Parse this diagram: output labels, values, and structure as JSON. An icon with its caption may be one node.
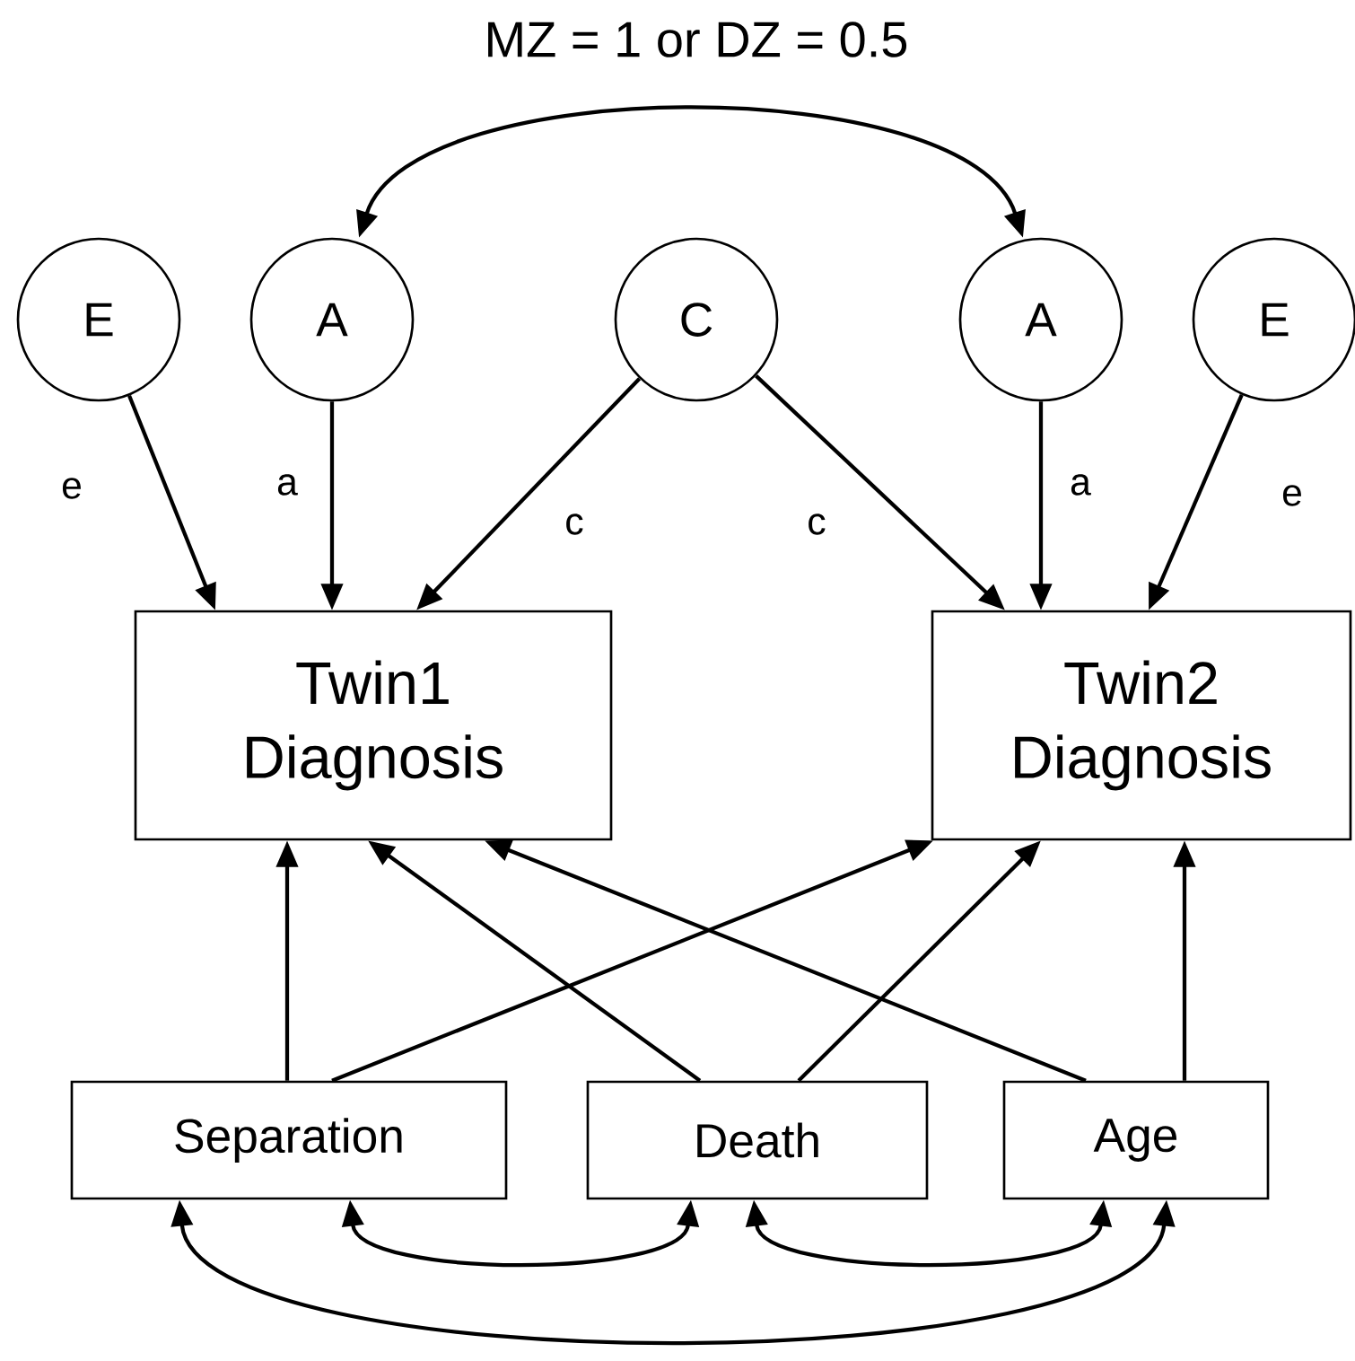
{
  "diagram": {
    "nodes": [
      {
        "text": [
          "E"
        ]
      },
      {
        "text": [
          "A"
        ]
      },
      {
        "text": [
          "C"
        ]
      },
      {
        "text": [
          "A"
        ]
      },
      {
        "text": [
          "E"
        ]
      },
      {
        "text": [
          "Twin1 Diagnosis"
        ]
      },
      {
        "text": [
          "Twin2 Diagnosis"
        ]
      },
      {
        "text": [
          "Separation"
        ]
      },
      {
        "text": [
          "Death"
        ]
      },
      {
        "text": [
          "Age"
        ]
      }
    ],
    "edges": [
      {
        "from": 1,
        "to": 3,
        "arrow": "both",
        "label": "MZ = 1 or DZ = 0.5"
      },
      {
        "from": 0,
        "to": 5,
        "arrow": "to",
        "label": "e"
      },
      {
        "from": 1,
        "to": 5,
        "arrow": "to",
        "label": "a"
      },
      {
        "from": 2,
        "to": 5,
        "arrow": "to",
        "label": "c"
      },
      {
        "from": 2,
        "to": 6,
        "arrow": "to",
        "label": "c"
      },
      {
        "from": 3,
        "to": 6,
        "arrow": "to",
        "label": "a"
      },
      {
        "from": 4,
        "to": 6,
        "arrow": "to",
        "label": "e"
      },
      {
        "from": 7,
        "to": 5,
        "arrow": "to"
      },
      {
        "from": 7,
        "to": 6,
        "arrow": "to"
      },
      {
        "from": 8,
        "to": 5,
        "arrow": "to"
      },
      {
        "from": 8,
        "to": 6,
        "arrow": "to"
      },
      {
        "from": 9,
        "to": 5,
        "arrow": "to"
      },
      {
        "from": 9,
        "to": 6,
        "arrow": "to"
      },
      {
        "from": 7,
        "to": 8,
        "arrow": "both"
      },
      {
        "from": 8,
        "to": 9,
        "arrow": "both"
      },
      {
        "from": 7,
        "to": 9,
        "arrow": "both"
      }
    ]
  }
}
